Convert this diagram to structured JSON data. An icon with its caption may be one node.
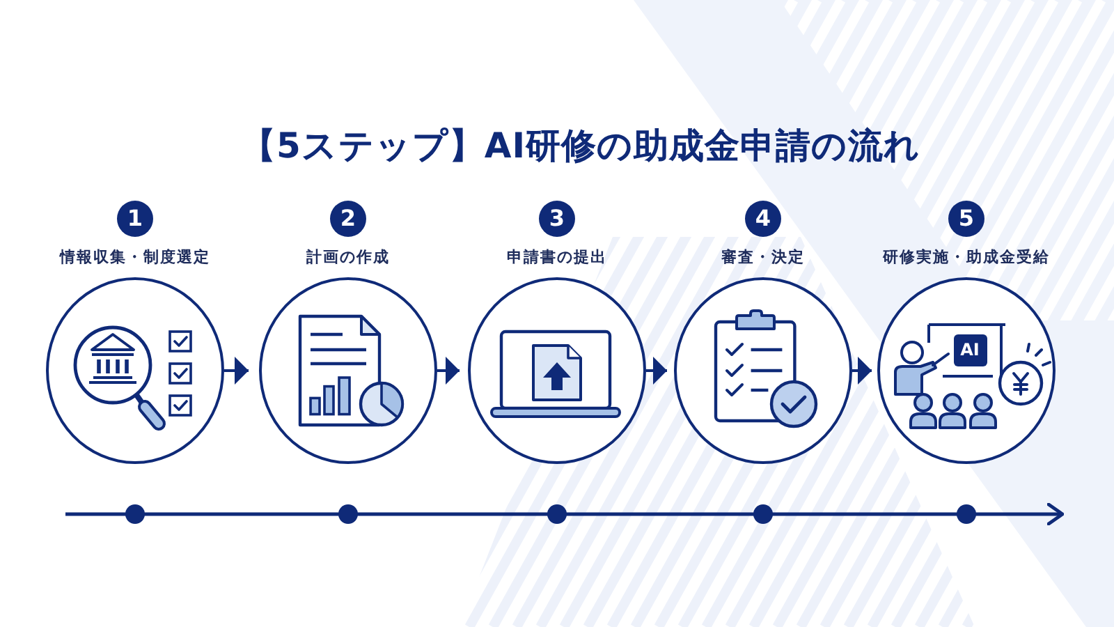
{
  "diagram": {
    "title": "【5ステップ】AI研修の助成金申請の流れ",
    "nodes": [
      {
        "text": [
          "1"
        ]
      },
      {
        "text": [
          "情報収集・制度選定"
        ]
      },
      {
        "text": [
          "2"
        ]
      },
      {
        "text": [
          "計画の作成"
        ]
      },
      {
        "text": [
          "3"
        ]
      },
      {
        "text": [
          "申請書の提出"
        ]
      },
      {
        "text": [
          "4"
        ]
      },
      {
        "text": [
          "審査・決定"
        ]
      },
      {
        "text": [
          "5"
        ]
      },
      {
        "text": [
          "研修実施・助成金受給"
        ]
      }
    ],
    "edges": [
      {
        "from": 1,
        "to": 3,
        "arrow": "to"
      },
      {
        "from": 3,
        "to": 5,
        "arrow": "to"
      },
      {
        "from": 5,
        "to": 7,
        "arrow": "to"
      },
      {
        "from": 7,
        "to": 9,
        "arrow": "to"
      }
    ],
    "labels": [
      "AI"
    ]
  }
}
